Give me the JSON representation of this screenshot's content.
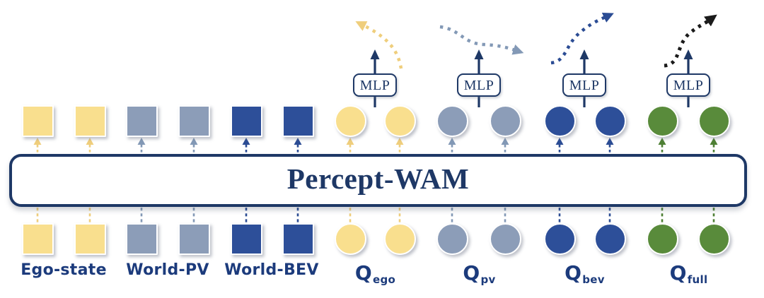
{
  "figure": {
    "title": "Percept-WAM",
    "mlp_label": "MLP",
    "colors": {
      "yellow": "#F9DF8E",
      "slate": "#8C9DB8",
      "blue": "#2D4F99",
      "green": "#598B3B",
      "navy": "#1E3866",
      "black": "#1B1B1B",
      "yellow_line": "#EFCE7C",
      "slate_line": "#8399B6",
      "blue_line": "#2B4C94",
      "green_line": "#4E8034"
    },
    "groups": [
      {
        "id": "ego-state",
        "label": "Ego-state",
        "shape": "square",
        "color": "yellow",
        "mlp": false,
        "curve": null
      },
      {
        "id": "world-pv",
        "label": "World-PV",
        "shape": "square",
        "color": "slate",
        "mlp": false,
        "curve": null
      },
      {
        "id": "world-bev",
        "label": "World-BEV",
        "shape": "square",
        "color": "blue",
        "mlp": false,
        "curve": null
      },
      {
        "id": "q-ego",
        "label": "Q",
        "sub": "ego",
        "shape": "circle",
        "color": "yellow",
        "mlp": true,
        "curve": "yellow"
      },
      {
        "id": "q-pv",
        "label": "Q",
        "sub": "pv",
        "shape": "circle",
        "color": "slate",
        "mlp": true,
        "curve": "slate"
      },
      {
        "id": "q-bev",
        "label": "Q",
        "sub": "bev",
        "shape": "circle",
        "color": "blue",
        "mlp": true,
        "curve": "blue"
      },
      {
        "id": "q-full",
        "label": "Q",
        "sub": "full",
        "shape": "circle",
        "color": "green",
        "mlp": true,
        "curve": "black"
      }
    ]
  }
}
